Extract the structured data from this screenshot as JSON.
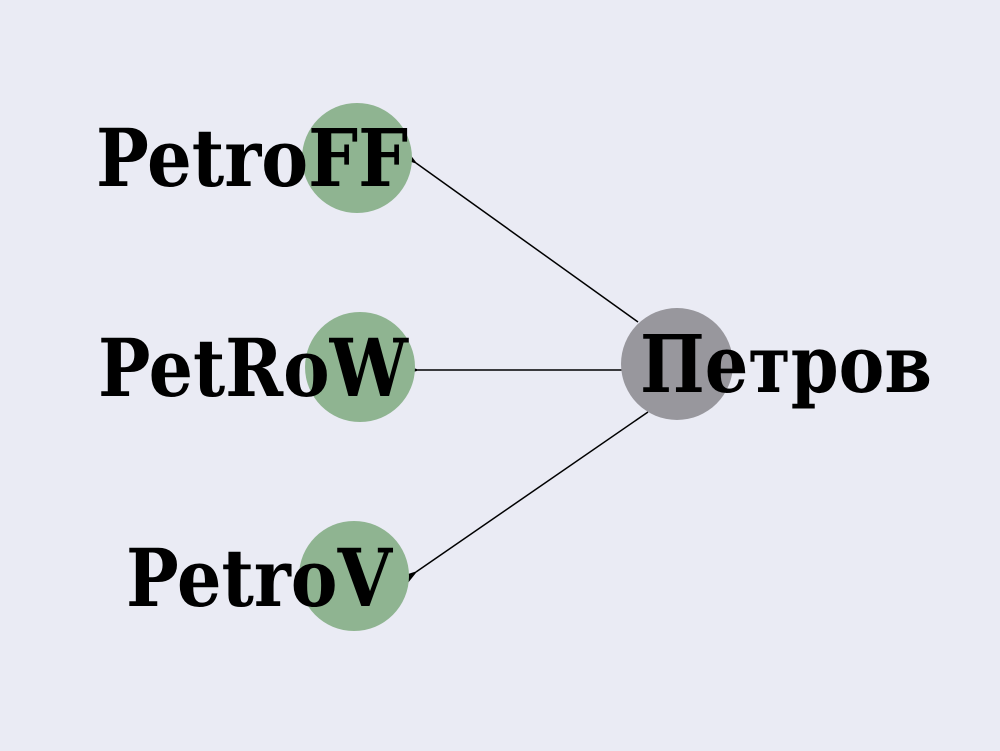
{
  "colors": {
    "background": "#eaebf4",
    "source_node": "#98979d",
    "target_node": "#8fb491",
    "edge": "#000000",
    "text": "#000000"
  },
  "diagram": {
    "source": {
      "label": "Петров"
    },
    "targets": [
      {
        "label": "PetroFF"
      },
      {
        "label": "PetRoW"
      },
      {
        "label": "PetroV"
      }
    ],
    "edges": [
      {
        "from": "Петров",
        "to": "PetroFF"
      },
      {
        "from": "Петров",
        "to": "PetRoW"
      },
      {
        "from": "Петров",
        "to": "PetroV"
      }
    ]
  }
}
